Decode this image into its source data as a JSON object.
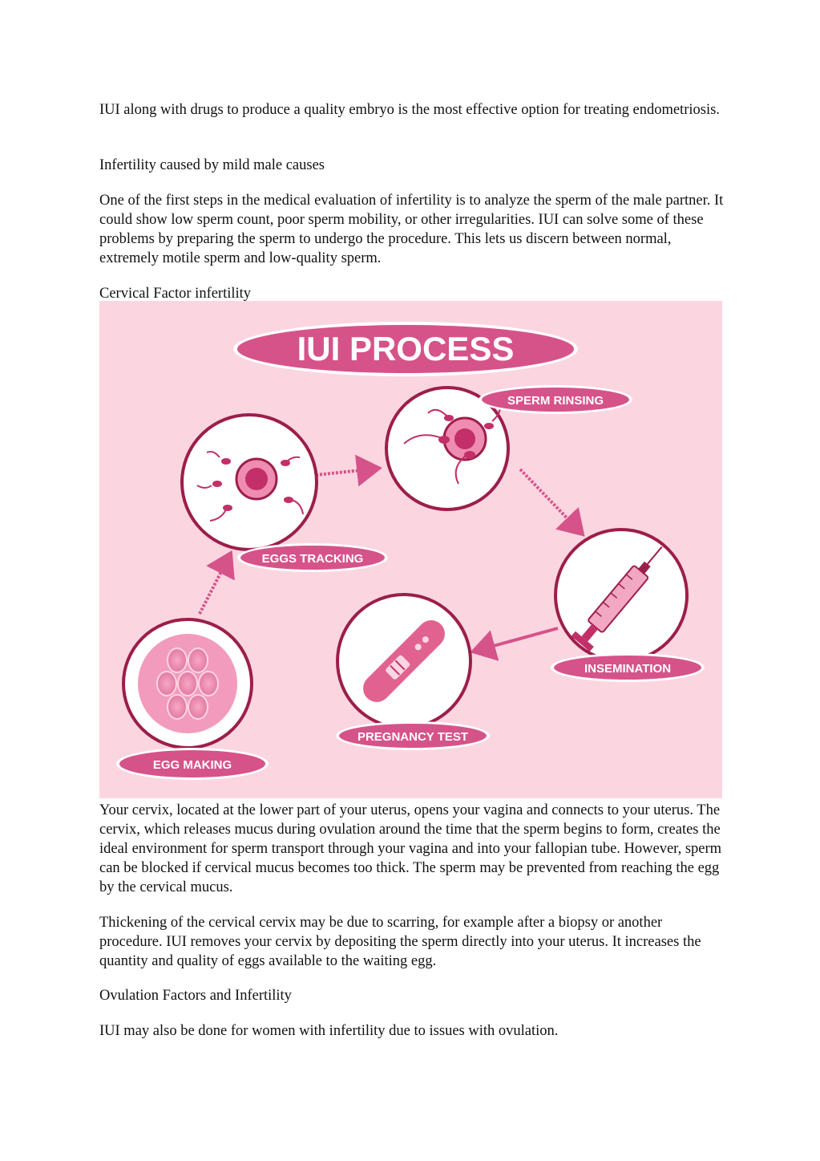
{
  "paragraphs": {
    "p1": "IUI along with drugs to produce a quality embryo is the most effective option for treating endometriosis.",
    "p2": "Infertility caused by mild male causes",
    "p3": "One of the first steps in the medical evaluation of infertility is to analyze the sperm of the male partner. It could show low sperm count, poor sperm mobility, or other irregularities. IUI can solve some of these problems by preparing the sperm to undergo the procedure. This lets us discern between normal, extremely motile sperm and low-quality sperm.",
    "p4": "Cervical Factor infertility",
    "p5": "Your cervix, located at the lower part of your uterus, opens your vagina and connects to your uterus. The cervix, which releases mucus during ovulation around the time that the sperm begins to form, creates the ideal environment for sperm transport through your vagina and into your fallopian tube. However, sperm can be blocked if cervical mucus becomes too thick. The sperm may be prevented from reaching the egg by the cervical mucus.",
    "p6": "Thickening of the cervical cervix may be due to scarring, for example after a biopsy or another procedure. IUI removes your cervix by depositing the sperm directly into your uterus. It increases the quantity and quality of eggs available to the waiting egg.",
    "p7": "Ovulation Factors and Infertility",
    "p8": "IUI may also be done for women with infertility due to issues with ovulation."
  },
  "figure": {
    "title": "IUI PROCESS",
    "steps": {
      "sperm_rinsing": "SPERM RINSING",
      "eggs_tracking": "EGGS TRACKING",
      "insemination": "INSEMINATION",
      "pregnancy_test": "PREGNANCY TEST",
      "egg_making": "EGG MAKING"
    },
    "colors": {
      "background": "#fbd6e1",
      "primary": "#d6538a",
      "dark": "#9c1e4b",
      "circle_fill": "#ffffff"
    }
  }
}
